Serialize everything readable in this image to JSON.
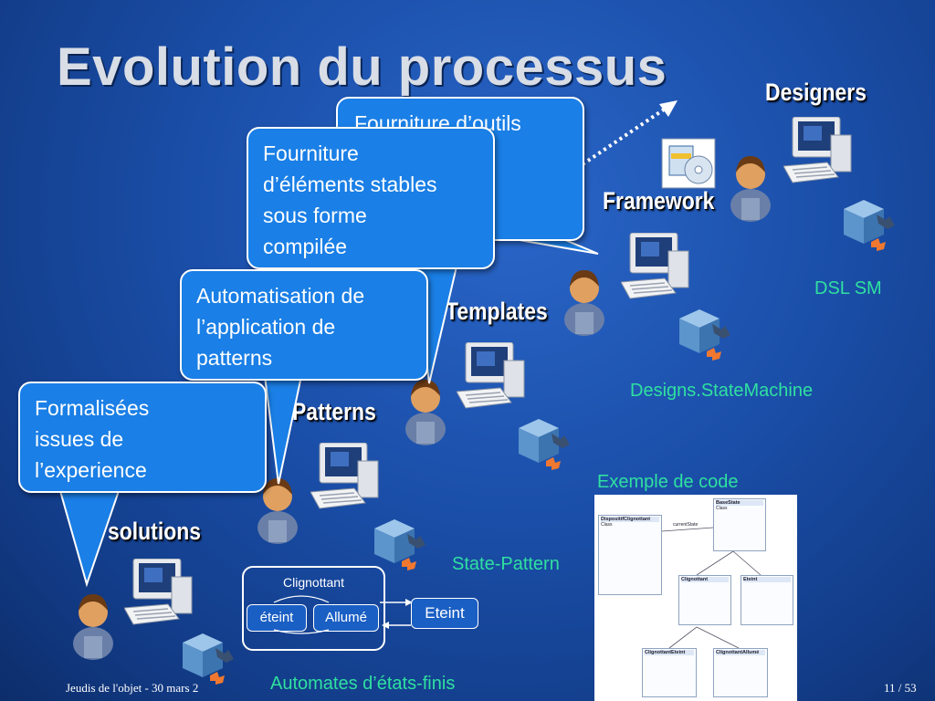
{
  "slide": {
    "title": "Evolution du processus",
    "labels": {
      "designers": "Designers",
      "framework": "Framework",
      "templates": "Templates",
      "patterns": "Patterns",
      "solutions": "solutions"
    },
    "green_labels": {
      "dsl_sm": "DSL SM",
      "designs_state_machine": "Designs.StateMachine",
      "exemple_de_code": "Exemple de code",
      "state_pattern": "State-Pattern",
      "automates": "Automates d’états-finis"
    },
    "callouts": {
      "outils": "Fourniture d’outils\ns\nlu",
      "elements": "Fourniture\nd’éléments stables\nsous forme\ncompilée",
      "automatisation": "Automatisation de\nl’application de\npatterns",
      "formalisees": "Formalisées\nissues de\nl’experience"
    },
    "state_machine": {
      "title": "Clignottant",
      "state1": "éteint",
      "state2": "Allumé",
      "external": "Eteint"
    },
    "uml": {
      "class_main": "DispositifClignottant",
      "class_main_sub": "Class",
      "class_base": "BaseState",
      "class_base_sub": "Class",
      "class_clig": "Clignottant",
      "class_eteint": "Eteint",
      "class_ce": "ClignottantEteint",
      "class_ca": "ClignottantAllumé",
      "assoc": "currentState"
    },
    "footer": {
      "left": "Jeudis de l'objet - 30 mars 2",
      "right": "11 / 53"
    }
  },
  "colors": {
    "background": "#1a4ea8",
    "callout_fill": "#1a7fe6",
    "green_text": "#2fe0a0",
    "title_text": "#d8dde6"
  },
  "icons": [
    "user-icon",
    "computer-icon",
    "package-icon",
    "installer-icon"
  ]
}
